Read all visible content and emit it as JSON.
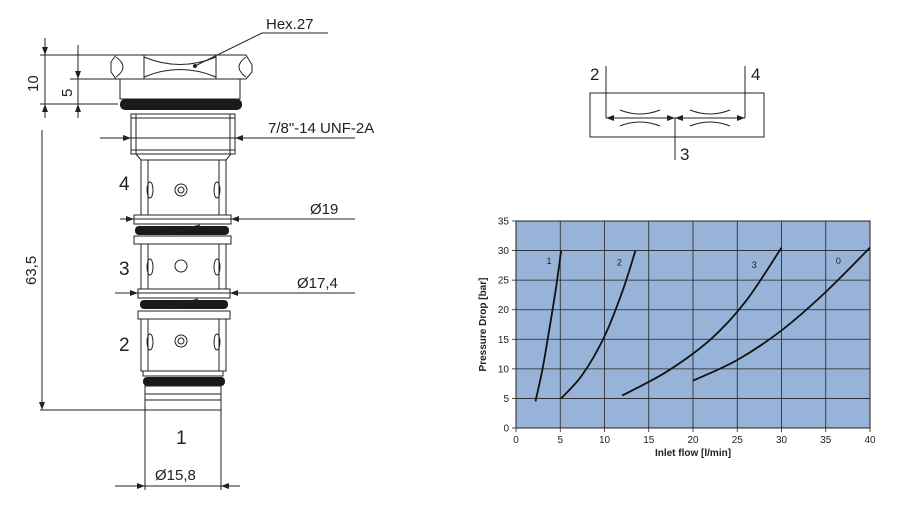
{
  "drawing": {
    "hex_label": "Hex.27",
    "thread_label": "7/8\"-14 UNF-2A",
    "dim_10": "10",
    "dim_5": "5",
    "dim_63_5": "63,5",
    "dia_19": "Ø19",
    "dia_17_4": "Ø17,4",
    "dia_15_8": "Ø15,8",
    "ports": [
      "4",
      "3",
      "2",
      "1"
    ]
  },
  "schematic": {
    "port_2": "2",
    "port_4": "4",
    "port_3": "3"
  },
  "chart_data": {
    "type": "line",
    "xlabel": "Inlet flow [l/min]",
    "ylabel": "Pressure Drop [bar]",
    "xlim": [
      0,
      40
    ],
    "ylim": [
      0,
      35
    ],
    "xticks": [
      0,
      5,
      10,
      15,
      20,
      25,
      30,
      35,
      40
    ],
    "yticks": [
      0,
      5,
      10,
      15,
      20,
      25,
      30,
      35
    ],
    "grid": true,
    "background": "#97b3d7",
    "series": [
      {
        "name": "1",
        "points": [
          [
            2.2,
            4.5
          ],
          [
            3.0,
            10
          ],
          [
            3.8,
            17
          ],
          [
            4.5,
            23.5
          ],
          [
            5.1,
            30
          ]
        ]
      },
      {
        "name": "2",
        "points": [
          [
            5.1,
            5
          ],
          [
            7.5,
            9
          ],
          [
            10.0,
            15.5
          ],
          [
            12.0,
            23
          ],
          [
            13.5,
            30
          ]
        ]
      },
      {
        "name": "3",
        "points": [
          [
            12.0,
            5.5
          ],
          [
            17.0,
            9.5
          ],
          [
            22.0,
            15
          ],
          [
            26.0,
            21.5
          ],
          [
            30.0,
            30.5
          ]
        ]
      },
      {
        "name": "0",
        "points": [
          [
            20.0,
            8
          ],
          [
            25.0,
            11.5
          ],
          [
            30.0,
            16.5
          ],
          [
            35.0,
            23
          ],
          [
            40.0,
            30.5
          ]
        ]
      }
    ]
  }
}
